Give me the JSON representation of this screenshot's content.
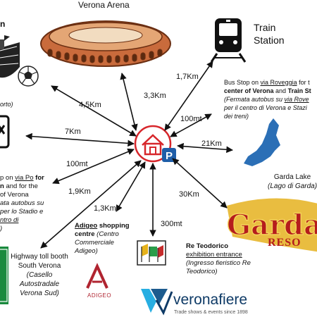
{
  "labels": {
    "stadium_partial": "n",
    "stadium_subtitle_partial": "orto)",
    "arena": "Verona Arena",
    "train_line1": "Train",
    "train_line2": "Station",
    "bus_l1a": "Bus Stop on ",
    "bus_l1b": "via Roveggia",
    "bus_l1c": " for t",
    "bus_l2a": "center of Verona",
    "bus_l2b": " and ",
    "bus_l2c": "Train St",
    "bus_l3a": "(Fermata autobus su ",
    "bus_l3b": "via Rove",
    "bus_l4": "per il centro di Verona e Stazi",
    "bus_l5": "dei treni)",
    "garda_l1": "Garda Lake",
    "garda_l2": "(Lago di Garda)",
    "po_l1a": "p on ",
    "po_l1b": "via Po",
    "po_l1c": " for",
    "po_l2a": "n",
    "po_l2b": " and for the",
    "po_l3": "of Verona",
    "po_l4": "ata autobus su",
    "po_l5": "per lo Stadio e",
    "po_l6a": "",
    "po_l6b": "ntro di",
    "po_l7": ")",
    "sv_l1": "Highway toll booth",
    "sv_l2": "South Verona",
    "sv_l3": "(Casello",
    "sv_l4": "Autostradale",
    "sv_l5": "Verona Sud)",
    "ad_l1a": "Adigeo",
    "ad_l1b": " shopping",
    "ad_l2a": "centre ",
    "ad_l2b": "(Centro",
    "ad_l3": "Commerciale",
    "ad_l4": "Adigeo)",
    "adigeo_logo": "ADIGEO",
    "rt_l1": "Re Teodorico",
    "rt_l2": "exhibition entrance",
    "rt_l3": "(Ingresso fieristico Re",
    "rt_l4": "Teodorico)",
    "vf_a": "verona",
    "vf_b": "fiere",
    "vf_tagline": "Trade shows & events since 1898"
  },
  "distances": {
    "arena": "3,3Km",
    "stadium": "4,5Km",
    "highway": "7Km",
    "train": "1,7Km",
    "bus_stop": "100mt",
    "garda_lake": "21Km",
    "via_po": "100mt",
    "south_verona": "1,9Km",
    "adigeo": "1,3Km",
    "veronafiere": "300mt",
    "gardaland": "30Km"
  },
  "colors": {
    "location_red": "#d7262b",
    "parking_blue": "#1f5ea8",
    "lake_blue": "#2b6fb6",
    "arena_brick": "#c96b3c",
    "gardaland_red": "#b51d1d",
    "adigeo_red": "#b02430",
    "veronafiere_navy": "#0e3a66"
  },
  "icons": [
    "stadium-icon",
    "football-icon",
    "train-icon",
    "location-home-icon",
    "parking-icon",
    "exhibition-flags-icon",
    "highway-sign-icon"
  ]
}
